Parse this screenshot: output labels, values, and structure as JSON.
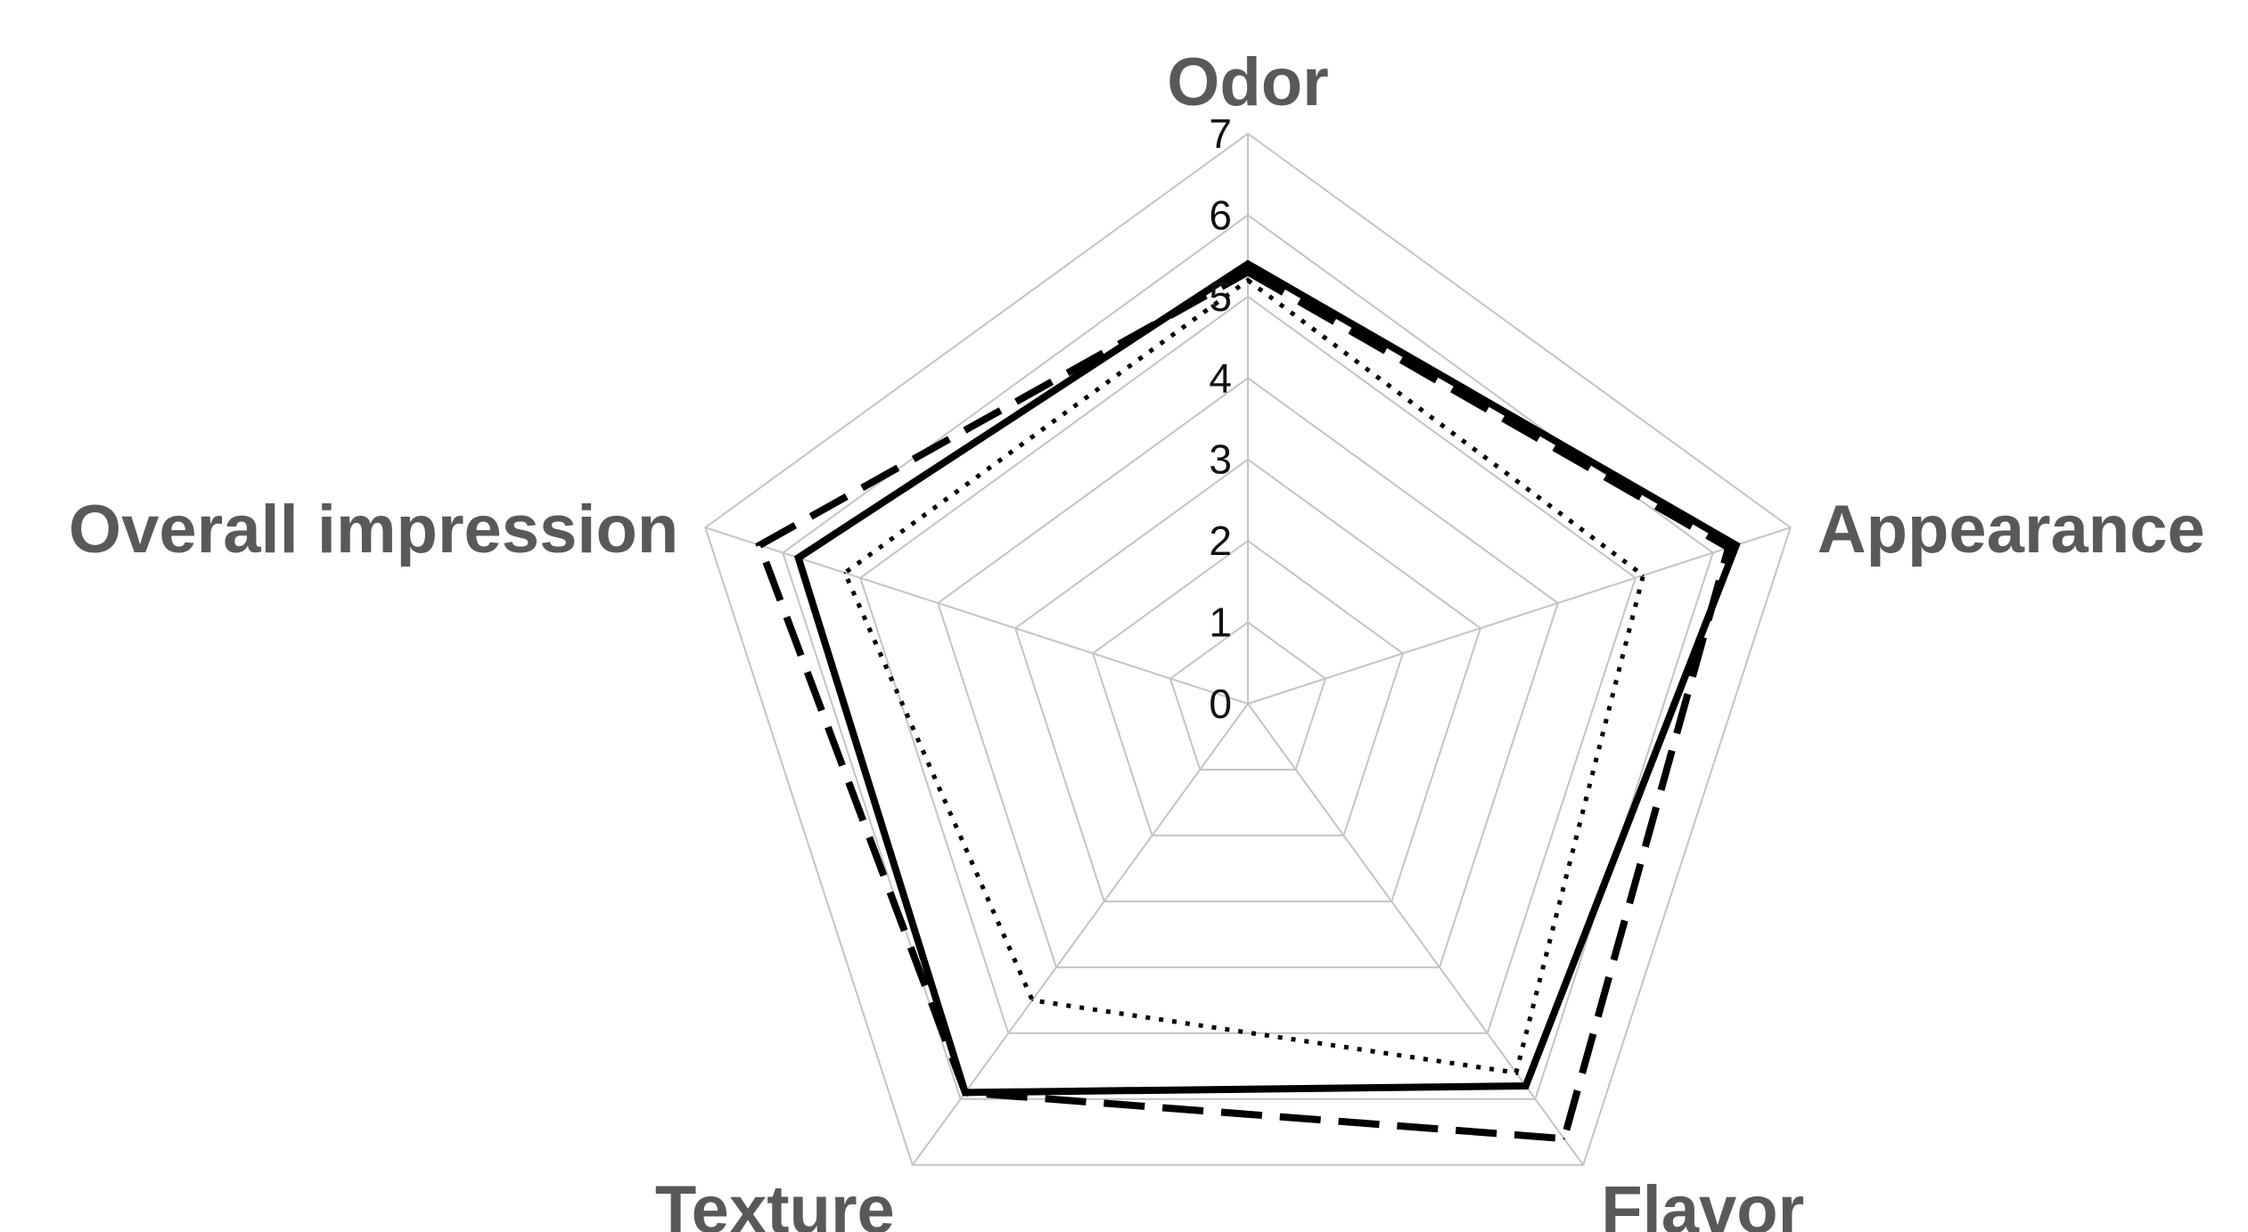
{
  "chart_data": {
    "type": "radar",
    "categories": [
      "Odor",
      "Appearance",
      "Flavor",
      "Texture",
      "Overall impression"
    ],
    "rlim": [
      0,
      7
    ],
    "ticks": [
      "0",
      "1",
      "2",
      "3",
      "4",
      "5",
      "6",
      "7"
    ],
    "grid": true,
    "legend": "none",
    "series": [
      {
        "style": "solid",
        "color": "#000000",
        "values": [
          5.4,
          6.3,
          5.8,
          5.9,
          5.8
        ]
      },
      {
        "style": "dashed",
        "color": "#000000",
        "values": [
          5.3,
          6.2,
          6.6,
          5.9,
          6.3
        ]
      },
      {
        "style": "dotted",
        "color": "#000000",
        "values": [
          5.2,
          5.1,
          5.6,
          4.5,
          5.2
        ]
      }
    ]
  }
}
